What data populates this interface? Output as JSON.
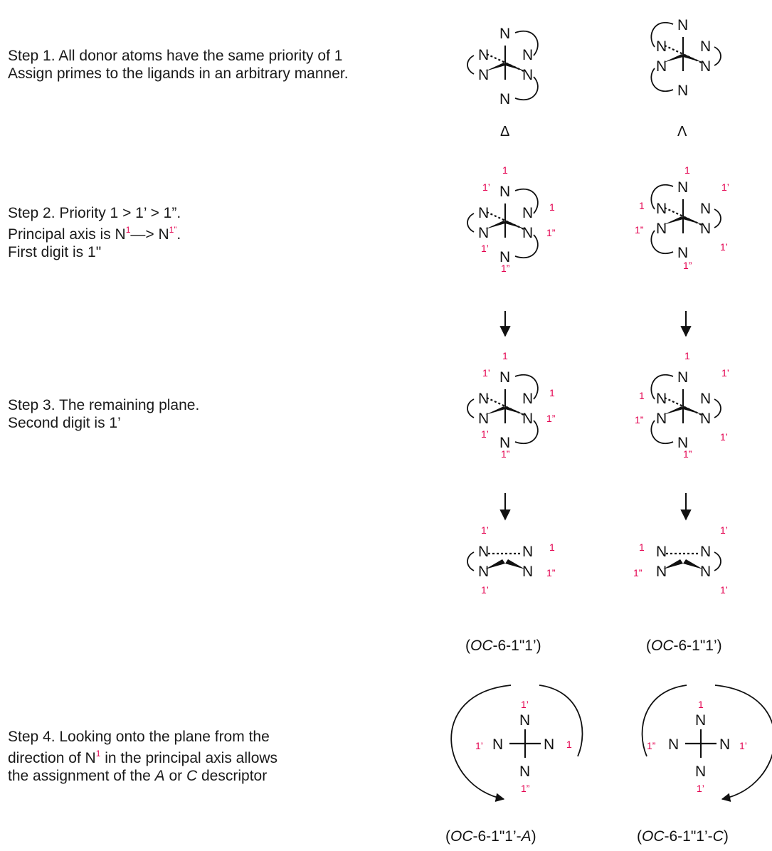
{
  "steps": {
    "step1": {
      "line1": "Step 1. All donor atoms have the same priority of 1",
      "line2": "Assign primes to the ligands in an arbitrary manner."
    },
    "step2": {
      "line1": "Step 2. Priority 1 > 1’ > 1”.",
      "line2_prefix": "Principal axis is N",
      "line2_sup1": "1",
      "line2_mid": "—> N",
      "line2_sup2": "1”",
      "line2_suffix": ".",
      "line3": "First digit is 1\""
    },
    "step3": {
      "line1": "Step 3. The remaining plane.",
      "line2": "Second digit is 1’"
    },
    "step4": {
      "line1": "Step 4. Looking onto the plane from the",
      "line2_prefix": "direction of N",
      "line2_sup": "1",
      "line2_suffix": " in the principal axis allows",
      "line3_prefix": "the assignment of the ",
      "line3_a": "A",
      "line3_mid": " or ",
      "line3_c": "C",
      "line3_suffix": " descriptor"
    }
  },
  "diagram": {
    "atom": "N",
    "symbols": {
      "delta": "Δ",
      "lambda": "Λ"
    },
    "priority": {
      "p1": "1",
      "p1prime": "1’",
      "p1dprime": "1”"
    },
    "labels": {
      "left_oc": "(OC-6-1\"1’)",
      "right_oc": "(OC-6-1\"1’)",
      "left_final_open": "(",
      "left_final_oc": "OC",
      "left_final_mid": "-6-1\"1’-",
      "left_final_desc": "A",
      "left_final_close": ")",
      "right_final_open": "(",
      "right_final_oc": "OC",
      "right_final_mid": "-6-1\"1’-",
      "right_final_desc": "C",
      "right_final_close": ")"
    }
  },
  "colors": {
    "priority": "#e4004f",
    "text": "#111111"
  }
}
